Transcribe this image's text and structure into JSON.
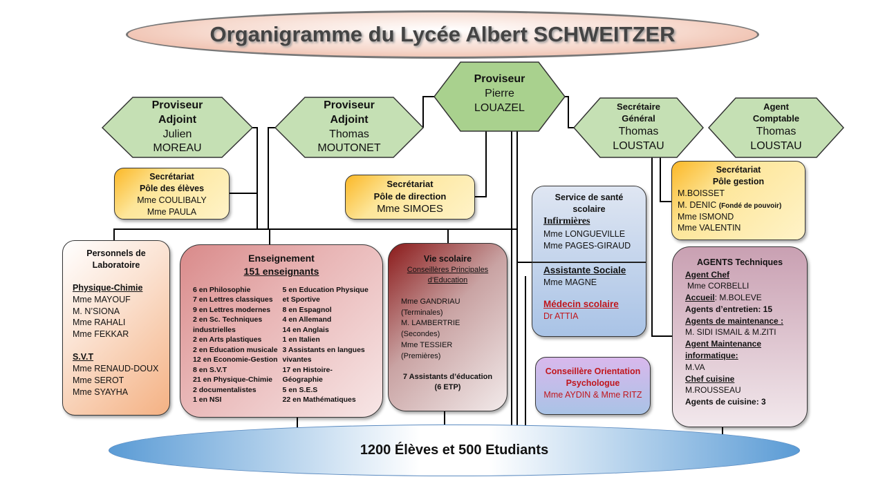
{
  "title": "Organigramme du Lycée Albert SCHWEITZER",
  "proviseur": {
    "role": "Proviseur",
    "first": "Pierre",
    "last": "LOUAZEL"
  },
  "adjoint1": {
    "role1": "Proviseur",
    "role2": "Adjoint",
    "first": "Julien",
    "last": "MOREAU"
  },
  "adjoint2": {
    "role1": "Proviseur",
    "role2": "Adjoint",
    "first": "Thomas",
    "last": "MOUTONET"
  },
  "secgen": {
    "role1": "Secrétaire",
    "role2": "Général",
    "first": "Thomas",
    "last": "LOUSTAU"
  },
  "comptable": {
    "role1": "Agent",
    "role2": "Comptable",
    "first": "Thomas",
    "last": "LOUSTAU"
  },
  "sec_eleves": {
    "t1": "Secrétariat",
    "t2": "Pôle des élèves",
    "names": [
      "Mme COULIBALY",
      "Mme PAULA"
    ]
  },
  "sec_direction": {
    "t1": "Secrétariat",
    "t2": "Pôle de direction",
    "name": "Mme SIMOES"
  },
  "sec_gestion": {
    "t1": "Secrétariat",
    "t2": "Pôle gestion",
    "n1": "M.BOISSET",
    "n2": "M. DENIC",
    "n2note": "(Fondé de pouvoir)",
    "n3": "Mme ISMOND",
    "n4": "Mme VALENTIN"
  },
  "sante": {
    "title1": "Service de santé",
    "title2": "scolaire",
    "inf": "Infirmières",
    "inf1": "Mme LONGUEVILLE",
    "inf2": "Mme PAGES-GIRAUD",
    "as": "Assistante Sociale",
    "as1": "Mme MAGNE",
    "med": "Médecin scolaire",
    "med1": "Dr ATTIA"
  },
  "labo": {
    "t1": "Personnels de",
    "t2": "Laboratoire",
    "pc": "Physique-Chimie",
    "pcn": [
      "Mme MAYOUF",
      "M. N’SIONA",
      "Mme RAHALI",
      "Mme FEKKAR"
    ],
    "svt": "S.V.T",
    "svtn": [
      "Mme RENAUD-DOUX",
      "Mme SEROT",
      "Mme SYAYHA"
    ]
  },
  "enseignement": {
    "t1": "Enseignement",
    "t2": "151 enseignants",
    "col1": [
      "6 en Philosophie",
      "7 en Lettres classiques",
      "9 en Lettres modernes",
      "2 en Sc. Techniques industrielles",
      "2 en Arts plastiques",
      "2 en Education musicale",
      "12 en Economie-Gestion",
      "8 en S.V.T",
      "21 en Physique-Chimie",
      "2 documentalistes",
      "1 en NSI"
    ],
    "col2": [
      "5 en Education Physique et Sportive",
      "8 en Espagnol",
      "4 en Allemand",
      "14 en Anglais",
      "1 en Italien",
      "3 Assistants en langues vivantes",
      "17 en Histoire-Géographie",
      "5 en S.E.S",
      "22 en Mathématiques"
    ]
  },
  "vie": {
    "t1": "Vie scolaire",
    "t2": "Conseillères Principales d’Education",
    "p": [
      "Mme GANDRIAU",
      "(Terminales)",
      "M. LAMBERTRIE",
      "(Secondes)",
      "Mme TESSIER",
      "(Premières)"
    ],
    "aed1": "7 Assistants d’éducation",
    "aed2": "(6 ETP)"
  },
  "cop": {
    "t1": "Conseillère Orientation",
    "t2": "Psychologue",
    "names": "Mme AYDIN & Mme RITZ"
  },
  "agents": {
    "title": "AGENTS Techniques",
    "chef": "Agent Chef",
    "chefn": "Mme CORBELLI",
    "acc": "Accueil",
    "accn": ": M.BOLEVE",
    "ent": "Agents d’entretien: 15",
    "maint": "Agents de maintenance :",
    "maintn": "M. SIDI ISMAIL & M.ZITI",
    "info": "Agent Maintenance informatique:",
    "infon": "M.VA",
    "cuis": "Chef cuisine",
    "cuisn": "M.ROUSSEAU",
    "cuisa": "Agents de cuisine: 3"
  },
  "bottom": "1200 Élèves et 500 Etudiants"
}
